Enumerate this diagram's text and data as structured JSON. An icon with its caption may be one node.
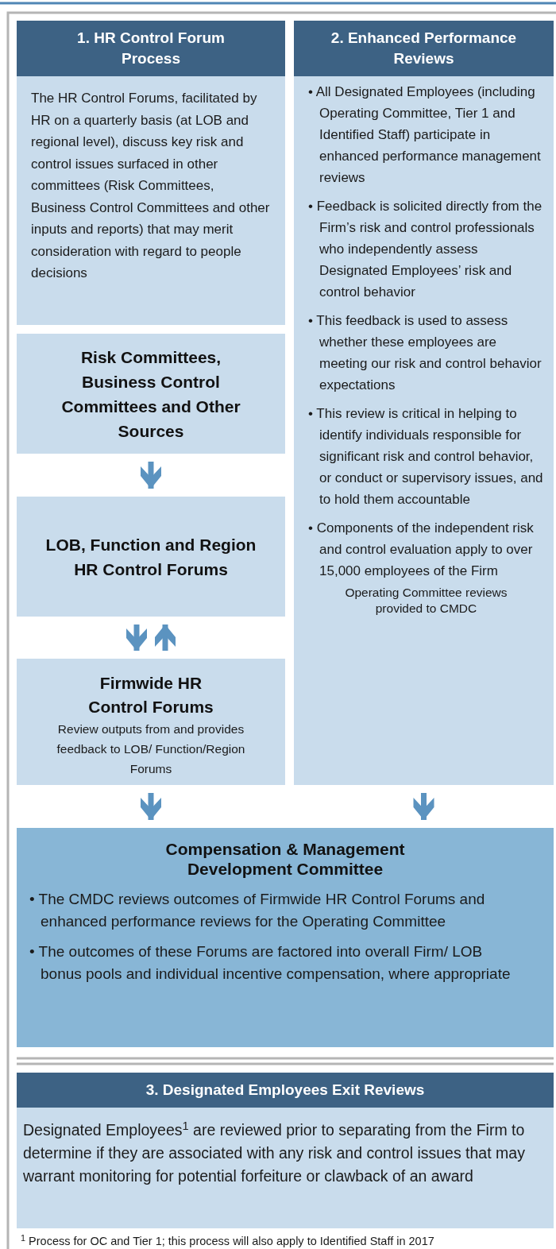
{
  "diagram": {
    "nodes": [
      {
        "text": [
          "1. HR Control Forum Process",
          "The HR Control Forums, facilitated by HR on a quarterly basis (at LOB and regional level), discuss key risk and control issues surfaced in other committees (Risk Committees, Business Control Committees and other inputs and reports) that may merit consideration with regard to people decisions"
        ]
      },
      {
        "text": [
          "Risk Committees, Business Control Committees and Other Sources"
        ]
      },
      {
        "text": [
          "LOB, Function and Region HR Control Forums"
        ]
      },
      {
        "text": [
          "Firmwide HR Control Forums",
          "Review outputs from and provides feedback to LOB/ Function/Region Forums"
        ]
      },
      {
        "text": [
          "2. Enhanced Performance Reviews",
          "• All Designated Employees (including Operating Committee, Tier 1 and Identified Staff) participate in enhanced performance management reviews",
          "• Feedback is solicited directly from the Firm’s risk and control professionals who independently assess Designated Employees’ risk and control behavior",
          "• This feedback is used to assess whether these employees are meeting our risk and control behavior expectations",
          "• This review is critical in helping to identify individuals responsible for significant risk and control behavior, or conduct or supervisory issues, and to hold them accountable",
          "• Components of the independent risk and control evaluation apply to over 15,000 employees of the Firm",
          "Operating Committee reviews provided to CMDC"
        ]
      },
      {
        "text": [
          "Compensation & Management Development Committee",
          "• The CMDC reviews outcomes of Firmwide HR Control Forums and enhanced performance reviews for the Operating Committee",
          "• The outcomes of these Forums are factored into overall Firm/ LOB bonus pools and individual incentive compensation, where appropriate"
        ]
      },
      {
        "text": [
          "3. Designated Employees Exit Reviews",
          "Designated Employees$^{1}$ are reviewed prior to separating from the Firm to determine if they are associated with any risk and control issues that may warrant monitoring for potential forfeiture or clawback of an award"
        ],
        "beside": [
          "$^{1}$ Process for OC and Tier 1; this process will also apply to Identified Staff in 2017"
        ]
      }
    ],
    "edges": [
      {
        "from": 1,
        "to": 2,
        "arrow": "to"
      },
      {
        "from": 2,
        "to": 3,
        "arrow": "to"
      },
      {
        "from": 3,
        "to": 2,
        "arrow": "to"
      },
      {
        "from": 3,
        "to": 5,
        "arrow": "to"
      },
      {
        "from": 4,
        "to": 5,
        "arrow": "to"
      }
    ]
  }
}
